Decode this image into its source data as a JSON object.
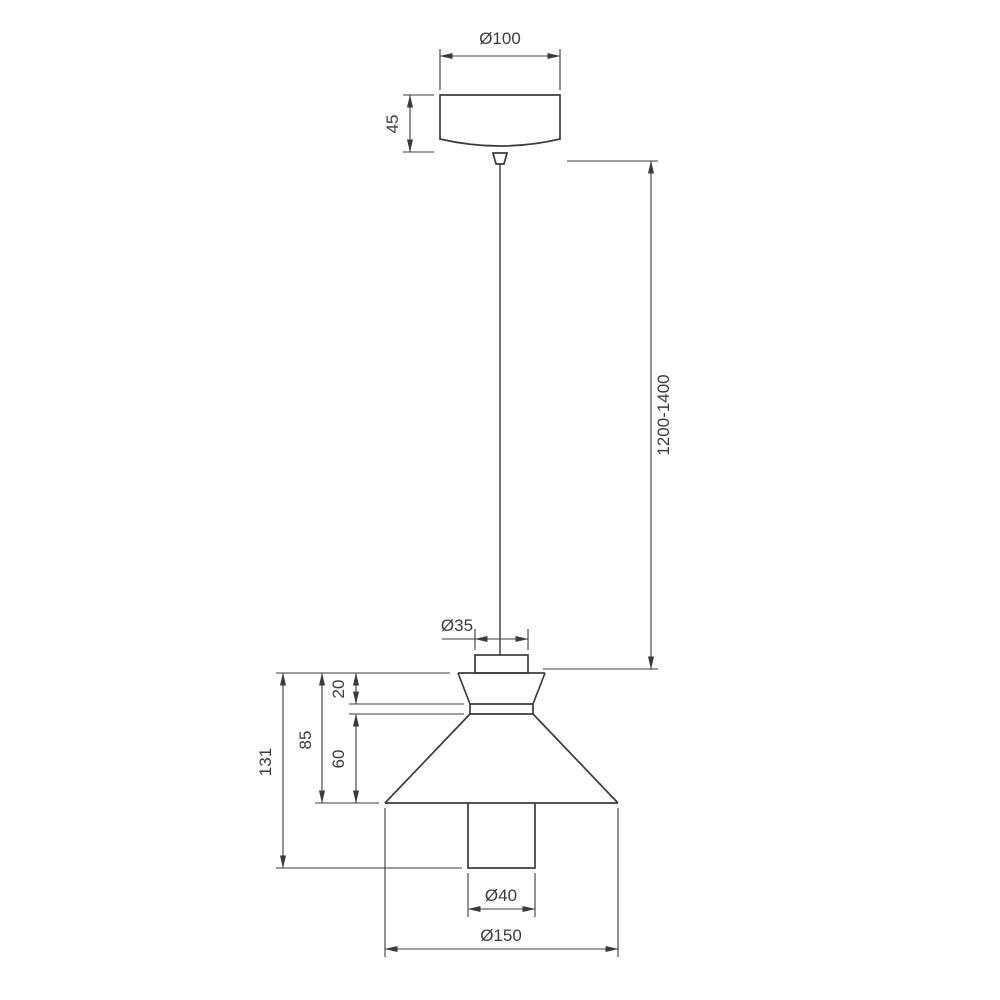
{
  "page": {
    "background_color": "#ffffff",
    "line_color": "#3b3b3b"
  },
  "drawing": {
    "subject": "pendant-lamp-technical-drawing",
    "dimensions": {
      "canopy_diameter": "Ø100",
      "canopy_height": "45",
      "suspension_length": "1200-1400",
      "stem_diameter": "Ø35",
      "fixture_total_height": "131",
      "shade_body_height": "85",
      "upper_cone_height": "20",
      "lower_cone_height": "60",
      "bottom_cylinder_diameter": "Ø40",
      "shade_diameter": "Ø150"
    }
  }
}
